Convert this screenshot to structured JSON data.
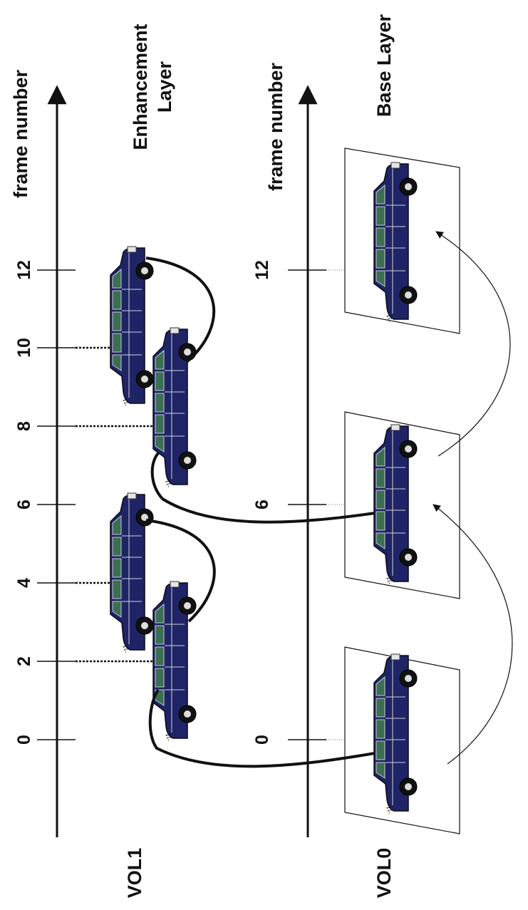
{
  "diagram": {
    "enhancement_layer": {
      "vol_label": "VOL1",
      "layer_label_line1": "Enhancement",
      "layer_label_line2": "Layer",
      "axis_label": "frame number",
      "ticks": [
        "0",
        "2",
        "4",
        "6",
        "8",
        "10",
        "12"
      ],
      "frames": [
        2,
        4,
        8,
        10
      ]
    },
    "base_layer": {
      "vol_label": "VOL0",
      "layer_label": "Base Layer",
      "axis_label": "frame number",
      "ticks": [
        "0",
        "6",
        "12"
      ],
      "frames": [
        0,
        6,
        12
      ]
    },
    "colors": {
      "car_body": "#1f2466",
      "car_window": "#3c6e52",
      "line": "#111111"
    },
    "icon": "limousine-car-icon"
  }
}
